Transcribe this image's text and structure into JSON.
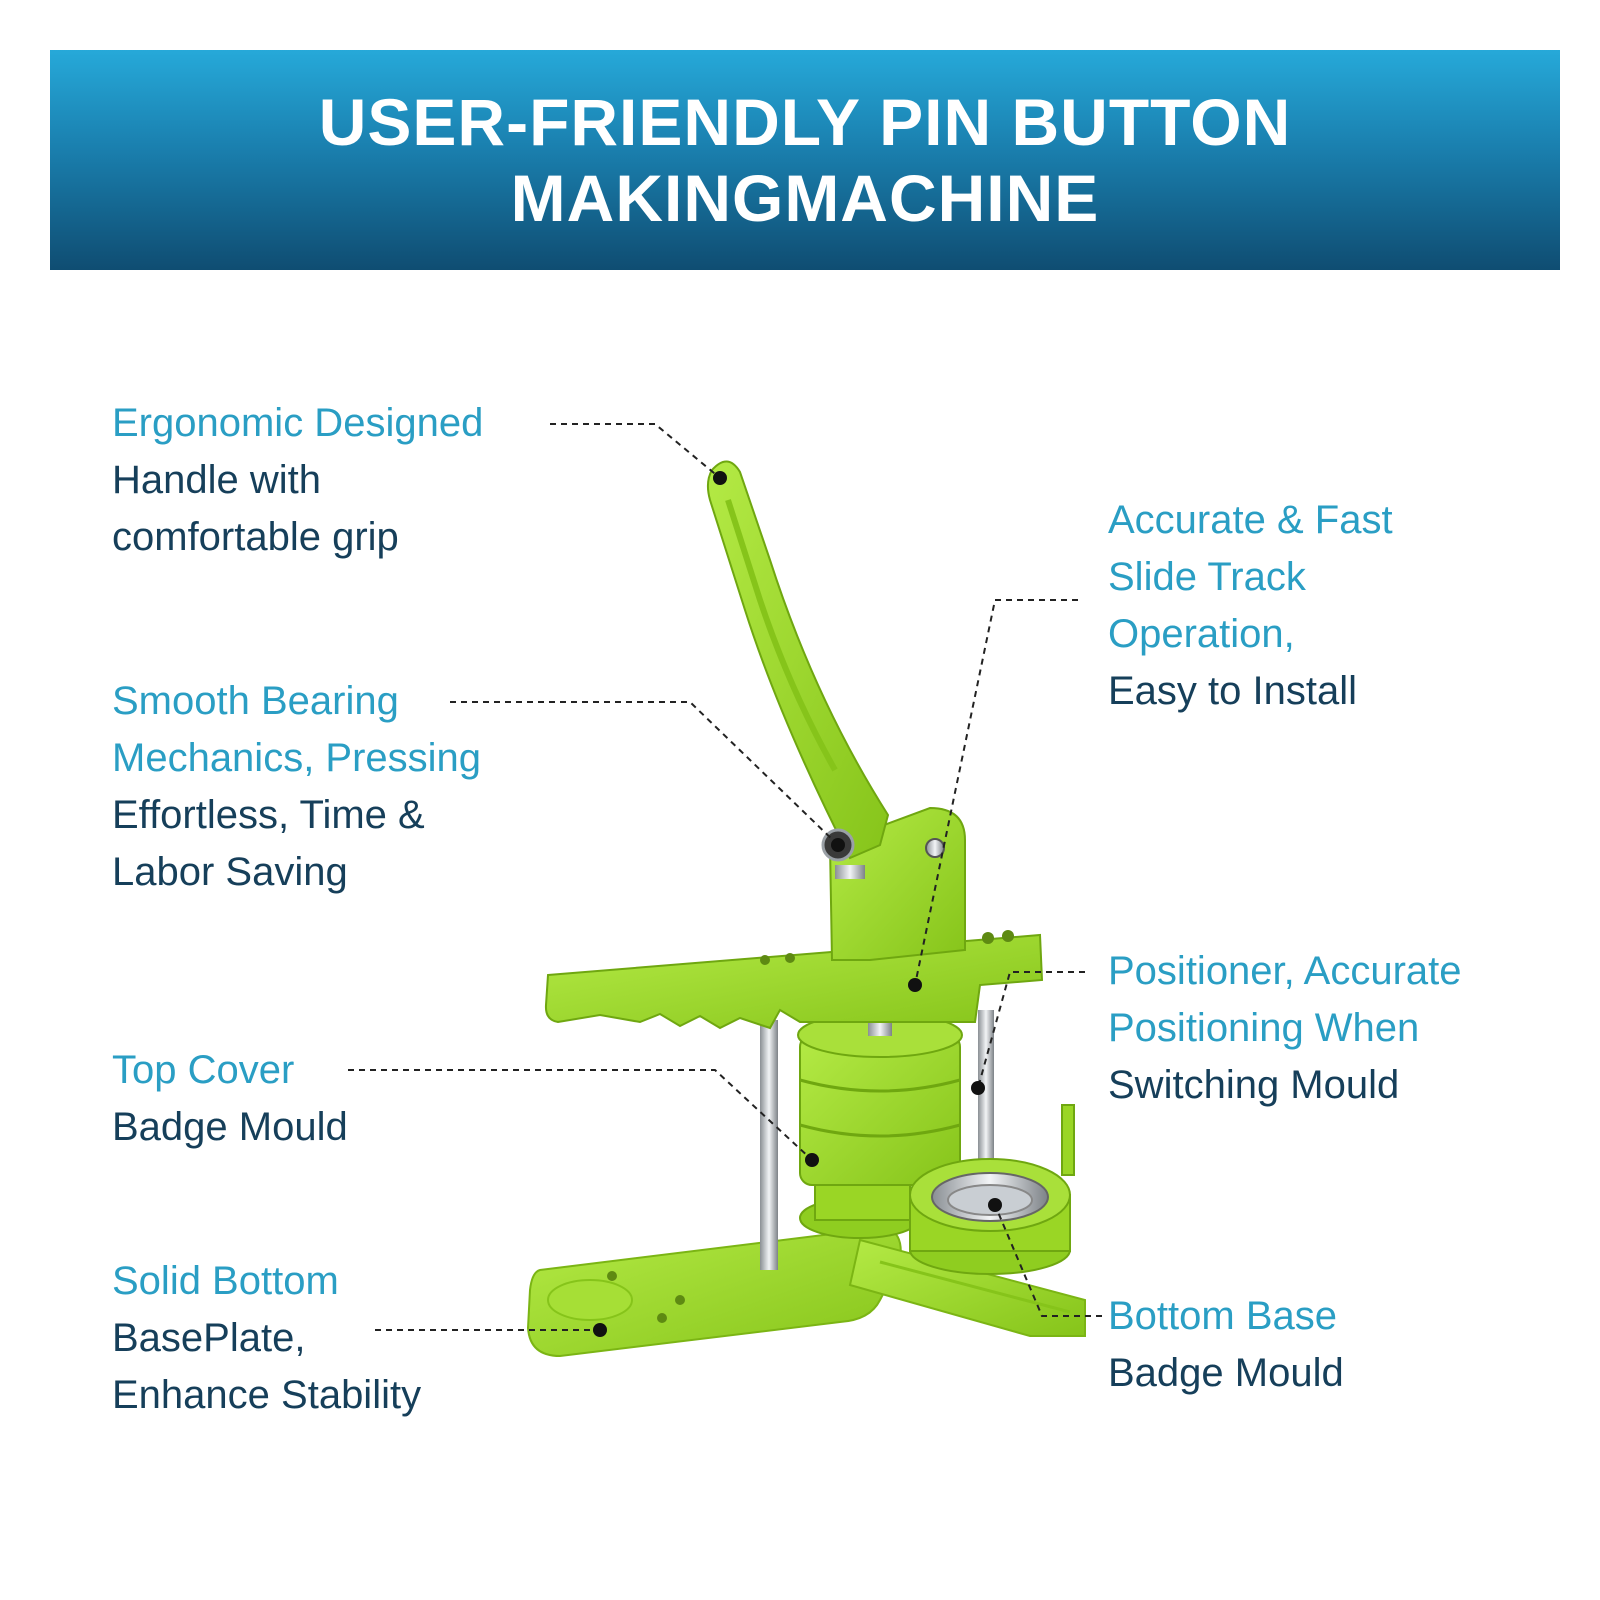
{
  "header": {
    "title_line1": "USER-FRIENDLY PIN BUTTON",
    "title_line2": "MAKINGMACHINE"
  },
  "callouts": {
    "handle": {
      "lines": [
        "Ergonomic Designed",
        "Handle with",
        "comfortable grip"
      ]
    },
    "bearing": {
      "lines": [
        "Smooth Bearing",
        "Mechanics, Pressing",
        "Effortless, Time &",
        "Labor Saving"
      ]
    },
    "top_cover": {
      "lines": [
        "Top Cover",
        "Badge Mould"
      ]
    },
    "base_plate": {
      "lines": [
        "Solid Bottom",
        "BasePlate,",
        "Enhance Stability"
      ]
    },
    "slide_track": {
      "lines": [
        "Accurate & Fast",
        "Slide Track",
        "Operation,",
        "Easy to Install"
      ]
    },
    "positioner": {
      "lines": [
        "Positioner, Accurate",
        "Positioning When",
        "Switching Mould"
      ]
    },
    "bottom_base": {
      "lines": [
        "Bottom Base",
        "Badge Mould"
      ]
    }
  },
  "colors": {
    "banner_top": "#26a9d9",
    "banner_bottom": "#0f4d72",
    "highlight_text": "#2a9ec4",
    "dark_text": "#163f5a",
    "machine_green": "#9ad625"
  }
}
